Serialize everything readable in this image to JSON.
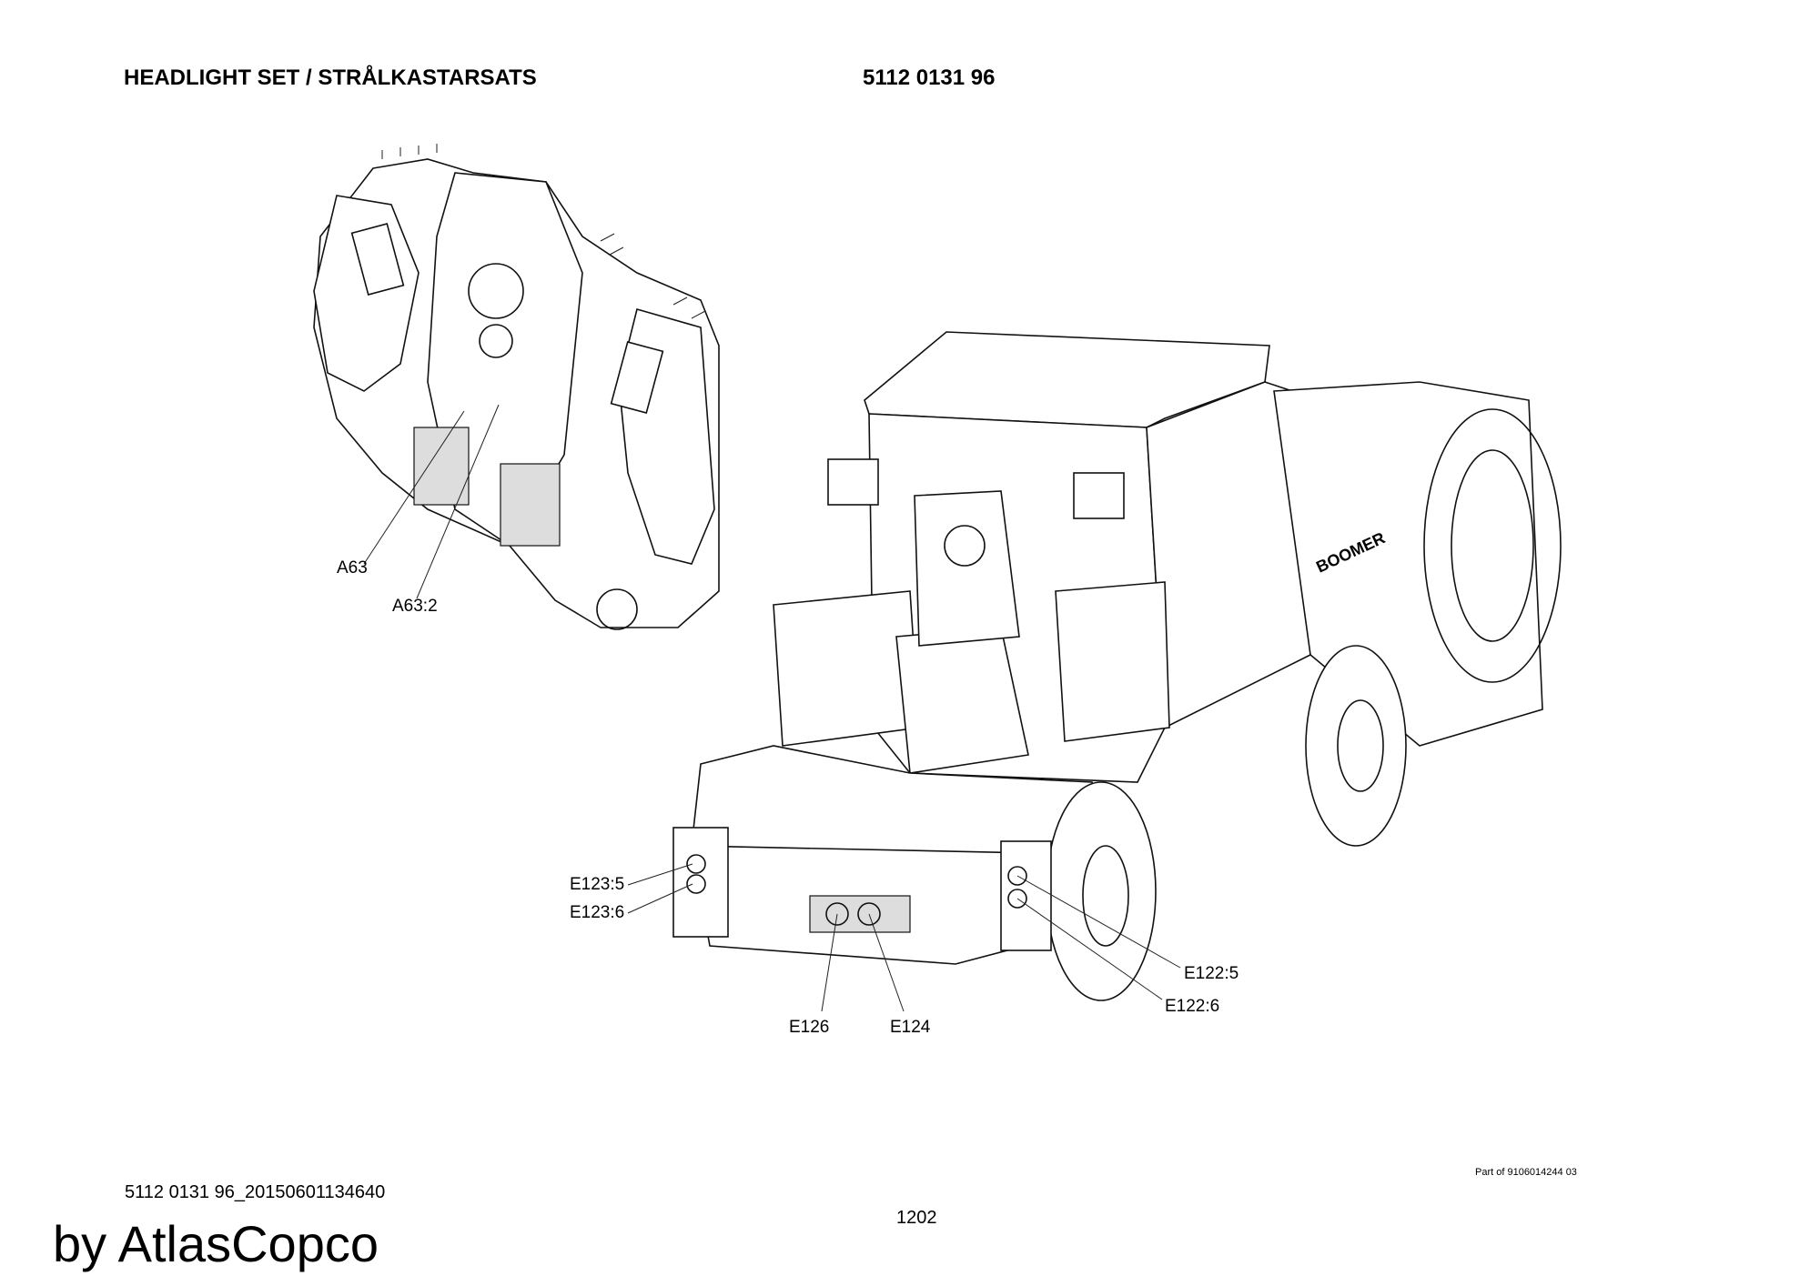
{
  "header": {
    "title": "HEADLIGHT SET / STRÅLKASTARSATS",
    "part_number": "5112 0131 96"
  },
  "callouts": {
    "a63": "A63",
    "a63_2": "A63:2",
    "e123_5": "E123:5",
    "e123_6": "E123:6",
    "e122_5": "E122:5",
    "e122_6": "E122:6",
    "e126": "E126",
    "e124": "E124"
  },
  "vehicle_brand_decal": "BOOMER",
  "footer": {
    "part_of": "Part of 9106014244 03",
    "doc_id": "5112 0131 96_20150601134640",
    "page_number": "1202",
    "watermark": "by AtlasCopco"
  }
}
